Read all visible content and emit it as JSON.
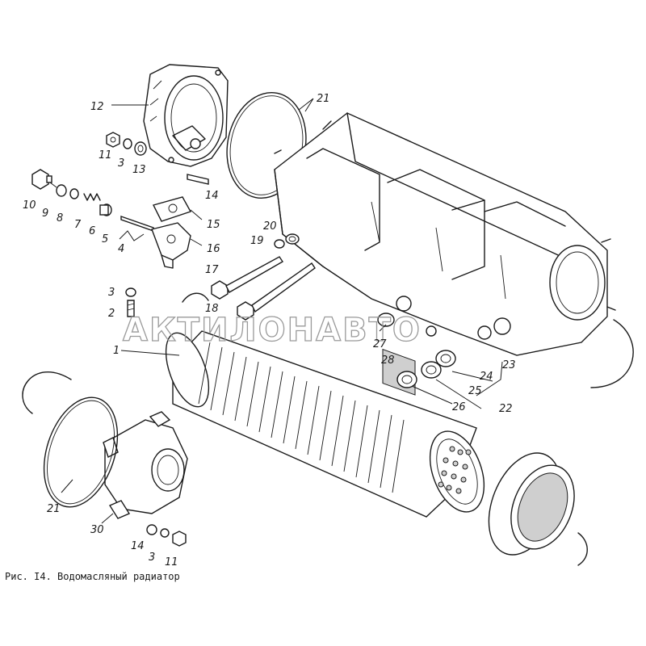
{
  "caption": "Рис. I4. Водомасляный радиатор",
  "watermark": "АКТИЛОНАВТО",
  "colors": {
    "ink": "#1a1a1a",
    "watermark": "#9a9a9a",
    "background": "#ffffff"
  },
  "callouts": [
    {
      "id": "c12",
      "text": "12"
    },
    {
      "id": "c21a",
      "text": "21"
    },
    {
      "id": "c11a",
      "text": "11"
    },
    {
      "id": "c3a",
      "text": "3"
    },
    {
      "id": "c13",
      "text": "13"
    },
    {
      "id": "c14a",
      "text": "14"
    },
    {
      "id": "c10",
      "text": "10"
    },
    {
      "id": "c9",
      "text": "9"
    },
    {
      "id": "c8",
      "text": "8"
    },
    {
      "id": "c7",
      "text": "7"
    },
    {
      "id": "c6",
      "text": "6"
    },
    {
      "id": "c5",
      "text": "5"
    },
    {
      "id": "c4",
      "text": "4"
    },
    {
      "id": "c15",
      "text": "15"
    },
    {
      "id": "c16",
      "text": "16"
    },
    {
      "id": "c20",
      "text": "20"
    },
    {
      "id": "c19",
      "text": "19"
    },
    {
      "id": "c17",
      "text": "17"
    },
    {
      "id": "c3b",
      "text": "3"
    },
    {
      "id": "c2",
      "text": "2"
    },
    {
      "id": "c18",
      "text": "18"
    },
    {
      "id": "c1",
      "text": "1"
    },
    {
      "id": "c27",
      "text": "27"
    },
    {
      "id": "c28",
      "text": "28"
    },
    {
      "id": "c24",
      "text": "24"
    },
    {
      "id": "c23",
      "text": "23"
    },
    {
      "id": "c25",
      "text": "25"
    },
    {
      "id": "c26",
      "text": "26"
    },
    {
      "id": "c22",
      "text": "22"
    },
    {
      "id": "c21b",
      "text": "21"
    },
    {
      "id": "c30",
      "text": "30"
    },
    {
      "id": "c14b",
      "text": "14"
    },
    {
      "id": "c3c",
      "text": "3"
    },
    {
      "id": "c11b",
      "text": "11"
    }
  ]
}
